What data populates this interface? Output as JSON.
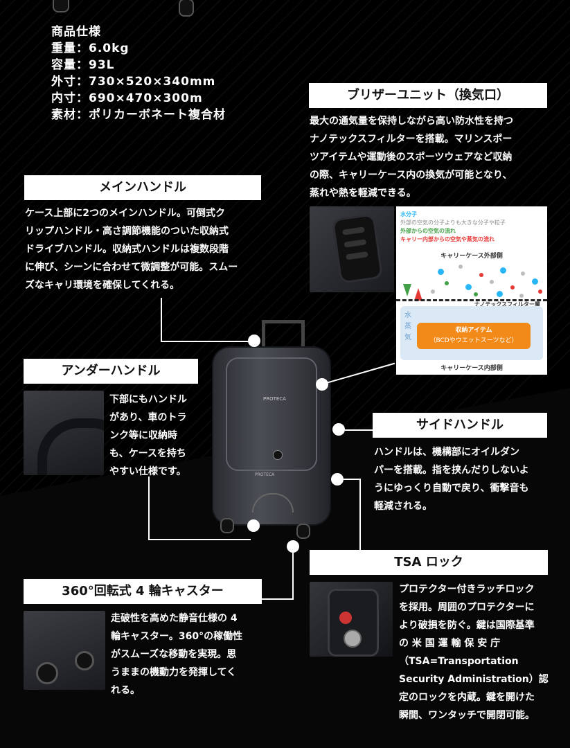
{
  "spec": {
    "lines": [
      "商品仕様",
      "重量：6.0kg",
      "容量：93L",
      "外寸：730×520×340mm",
      "内寸：690×470×300m",
      "素材：ポリカーボネート複合材"
    ]
  },
  "breather": {
    "title": "ブリザーユニット（換気口）",
    "lines": [
      "最大の通気量を保持しながら高い防水性を持つ",
      "ナノテックスフィルターを搭載。マリンスポー",
      "ツアイテムや運動後のスポーツウェアなど収納",
      "の際、キャリーケース内の換気が可能となり、",
      "蒸れや熱を軽減できる。"
    ]
  },
  "main_handle": {
    "title": "メインハンドル",
    "lines": [
      "ケース上部に2つのメインハンドル。可倒式ク",
      "リップハンドル・高さ調節機能のついた収納式",
      "ドライブハンドル。収納式ハンドルは複数段階",
      "に伸び、シーンに合わせて微調整が可能。スムー",
      "ズなキャリ環境を確保してくれる。"
    ]
  },
  "diagram": {
    "legend": [
      "水分子",
      "外部の空気の分子よりも大きな分子や粒子",
      "外部からの空気の流れ",
      "キャリー内部からの空気や蒸気の流れ"
    ],
    "outside": "キャリーケース外部側",
    "filter": "ナノテックスフィルター層",
    "vapor": [
      "水",
      "蒸",
      "気"
    ],
    "item_title": "収納アイテム",
    "item_sub": "（BCDやウエットスーツなど）",
    "inside": "キャリーケース内部側",
    "colors": {
      "water": "#29b6f6",
      "particle": "#bdbdbd",
      "green": "#43a047",
      "red": "#e53935",
      "item": "#f28a1a"
    }
  },
  "under_handle": {
    "title": "アンダーハンドル",
    "lines": [
      "下部にもハンドル",
      "があり、車のトラ",
      "ンク等に収納時",
      "も、ケースを持ち",
      "やすい仕様です。"
    ]
  },
  "side_handle": {
    "title": "サイドハンドル",
    "lines": [
      "ハンドルは、機構部にオイルダン",
      "パーを搭載。指を挟んだりしないよ",
      "うにゆっくり自動で戻り、衝撃音も",
      "軽減される。"
    ]
  },
  "tsa": {
    "title": "TSA ロック",
    "lines": [
      "プロテクター付きラッチロック",
      "を採用。周囲のプロテクターに",
      "より破損を防ぐ。鍵は国際基準",
      "の 米 国 運 輸 保 安 庁",
      "（TSA=Transportation",
      "Security Administration）認",
      "定のロックを内蔵。鍵を開けた",
      "瞬間、ワンタッチで開閉可能。"
    ]
  },
  "caster": {
    "title": "360°回転式 4 輪キャスター",
    "lines": [
      "走破性を高めた静音仕様の 4",
      "輪キャスター。360°の稼働性",
      "がスムーズな移動を実現。思",
      "うままの機動力を発揮してく",
      "れる。"
    ]
  },
  "case_labels": {
    "brand": "PROTECA",
    "plate": "PROTECA"
  }
}
